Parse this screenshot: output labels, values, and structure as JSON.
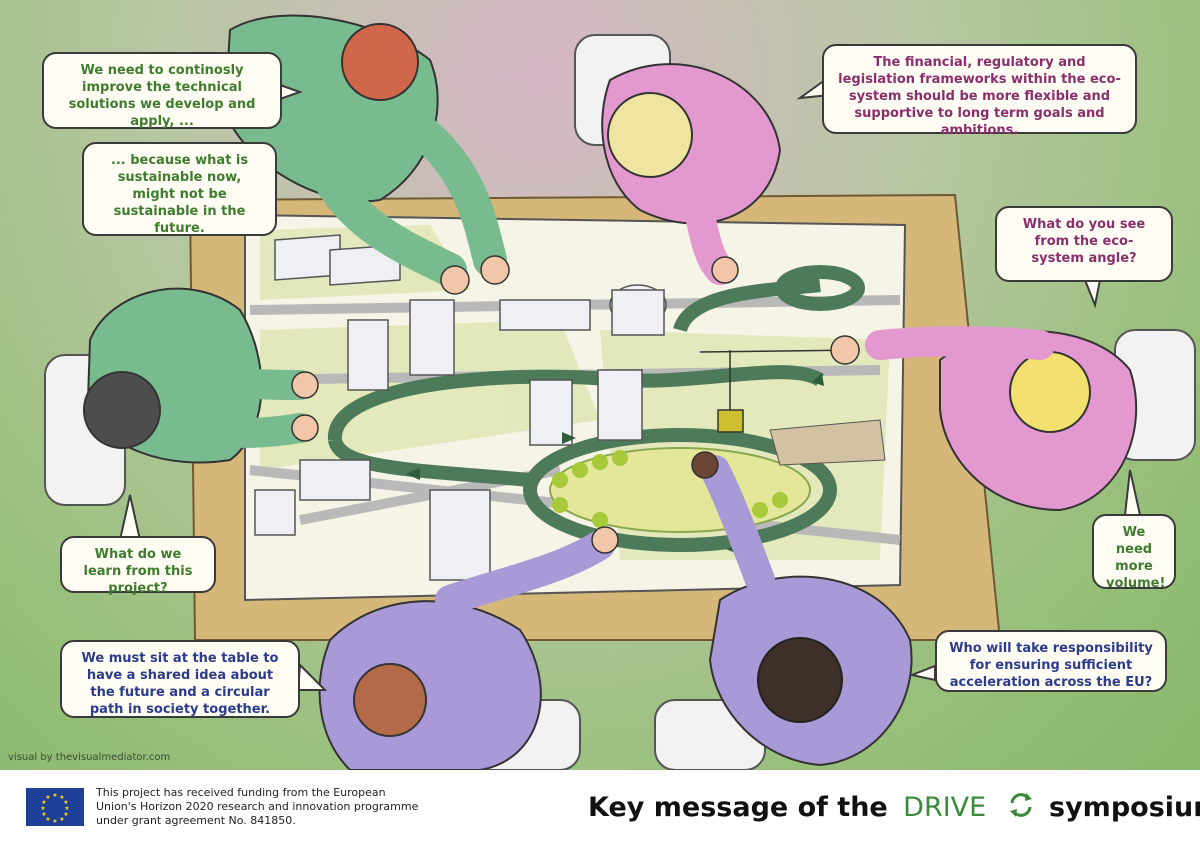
{
  "bubbles": {
    "improve": "We need to continosly improve the technical solutions we develop and apply, ...",
    "because": "... because what is sustainable now, might not be sustainable in the future.",
    "financial": "The financial, regulatory and legislation frameworks within the eco-system should be more flexible and supportive to long term goals and ambitions.",
    "ecosystem": "What do you see from the eco-system angle?",
    "learn": "What do we learn from this project?",
    "volume": "We need more volume!",
    "table": "We must sit at the table to have a shared idea about the future and a circular path in society together.",
    "responsibility": "Who will take responsibility for ensuring sufficient acceleration across the EU?"
  },
  "credit": "visual by thevisualmediator.com",
  "footer": {
    "funding": "This project has received funding from the European Union's Horizon 2020 research and innovation programme under grant agreement No. 841850.",
    "title_prefix": "Key message of the",
    "title_brand": "DRIVE",
    "title_suffix": "symposium"
  },
  "colors": {
    "bubble_green": "#3e7d2e",
    "bubble_purple": "#8a2f6b",
    "bubble_blue": "#2b3c8c",
    "eu_blue": "#1f3f99",
    "eu_stars": "#ffdd00"
  },
  "icons": {
    "eu_flag": "eu-flag-icon",
    "drive_loop": "circular-arrows-icon"
  }
}
